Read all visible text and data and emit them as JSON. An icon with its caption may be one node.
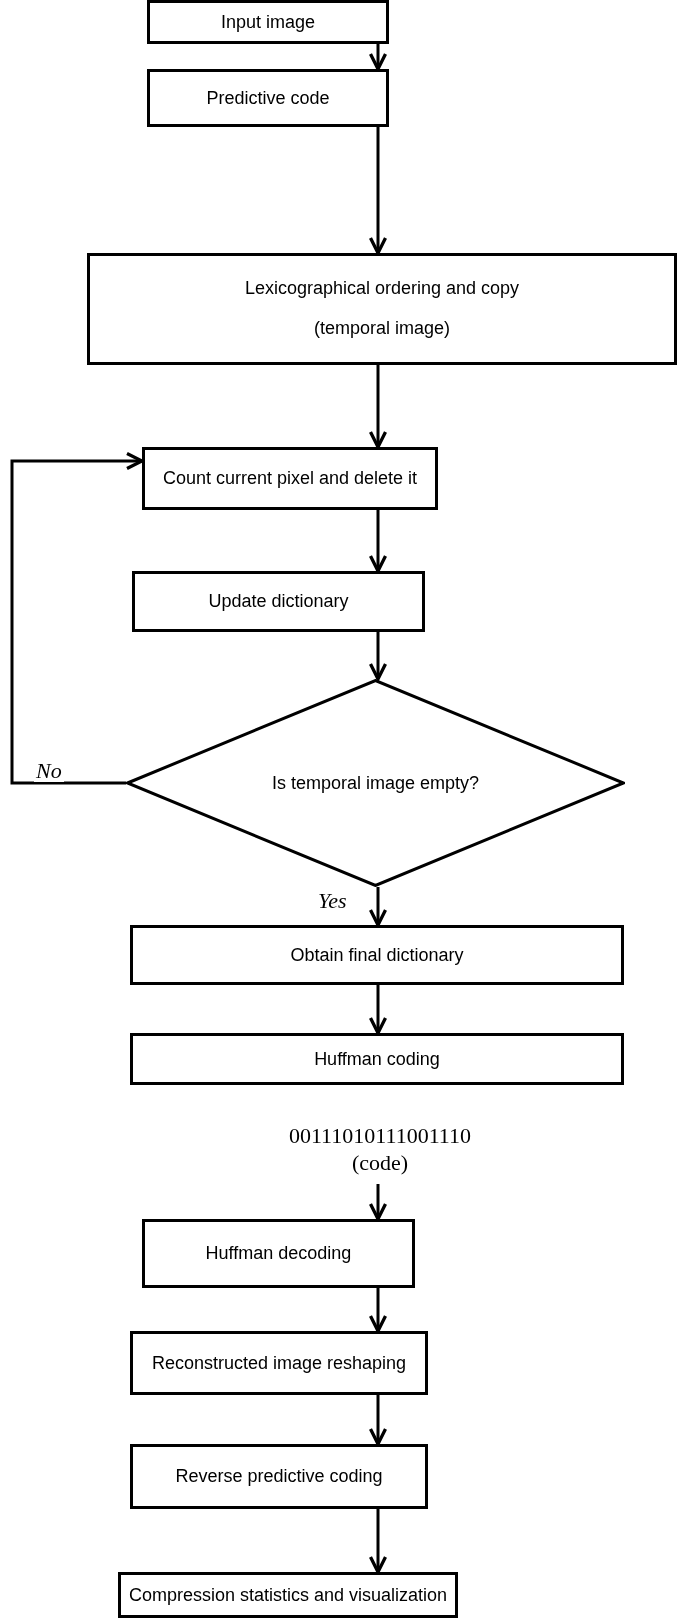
{
  "diagram": {
    "nodes": [
      {
        "text": [
          "Input image"
        ]
      },
      {
        "text": [
          "Predictive code"
        ]
      },
      {
        "text": [
          "Lexicographical ordering and copy (temporal image)"
        ]
      },
      {
        "text": [
          "Count current pixel and delete it"
        ]
      },
      {
        "text": [
          "Update dictionary"
        ]
      },
      {
        "text": [
          "Is temporal image empty?"
        ]
      },
      {
        "text": [
          "Obtain final dictionary"
        ]
      },
      {
        "text": [
          "Huffman coding"
        ]
      },
      {
        "text": [
          "00111010111001110",
          "(code)"
        ]
      },
      {
        "text": [
          "Huffman decoding"
        ]
      },
      {
        "text": [
          "Reconstructed image reshaping"
        ]
      },
      {
        "text": [
          "Reverse predictive coding"
        ]
      },
      {
        "text": [
          "Compression statistics and visualization"
        ]
      }
    ],
    "edges": [
      {
        "from": 0,
        "to": 1,
        "arrow": "to"
      },
      {
        "from": 1,
        "to": 2,
        "arrow": "to"
      },
      {
        "from": 2,
        "to": 3,
        "arrow": "to"
      },
      {
        "from": 3,
        "to": 4,
        "arrow": "to"
      },
      {
        "from": 4,
        "to": 5,
        "arrow": "to"
      },
      {
        "from": 5,
        "to": 3,
        "arrow": "to",
        "label": "No"
      },
      {
        "from": 5,
        "to": 6,
        "arrow": "to",
        "label": "Yes"
      },
      {
        "from": 6,
        "to": 7,
        "arrow": "to"
      },
      {
        "from": 8,
        "to": 9,
        "arrow": "to"
      },
      {
        "from": 9,
        "to": 10,
        "arrow": "to"
      },
      {
        "from": 10,
        "to": 11,
        "arrow": "to"
      },
      {
        "from": 11,
        "to": 12,
        "arrow": "to"
      }
    ]
  }
}
